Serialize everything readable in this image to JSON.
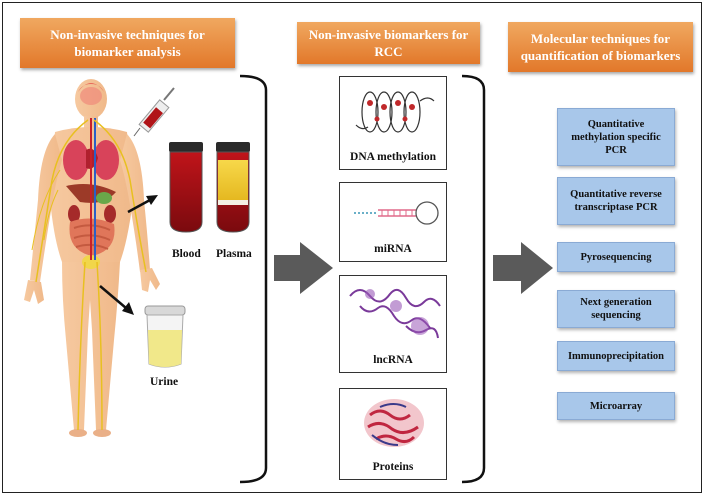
{
  "headers": {
    "left": [
      "Non-invasive techniques for",
      "biomarker analysis"
    ],
    "middle": [
      "Non-invasive biomarkers for",
      "RCC"
    ],
    "right": [
      "Molecular techniques for",
      "quantification of biomarkers"
    ]
  },
  "samples": {
    "blood": "Blood",
    "plasma": "Plasma",
    "urine": "Urine"
  },
  "biomarkers": [
    {
      "label": "DNA methylation",
      "icon": "dna-methylation-icon"
    },
    {
      "label": "miRNA",
      "icon": "mirna-hairpin-icon"
    },
    {
      "label": "lncRNA",
      "icon": "lncrna-structure-icon"
    },
    {
      "label": "Proteins",
      "icon": "protein-structure-icon"
    }
  ],
  "techniques": [
    [
      "Quantitative",
      "methylation specific",
      "PCR"
    ],
    [
      "Quantitative reverse",
      "transcriptase PCR"
    ],
    [
      "Pyrosequencing"
    ],
    [
      "Next generation",
      "sequencing"
    ],
    [
      "Immunoprecipitation"
    ],
    [
      "Microarray"
    ]
  ],
  "colors": {
    "header_orange": "#e8873a",
    "technique_blue": "#a8c7ea",
    "arrow_gray": "#5a5a5a"
  }
}
